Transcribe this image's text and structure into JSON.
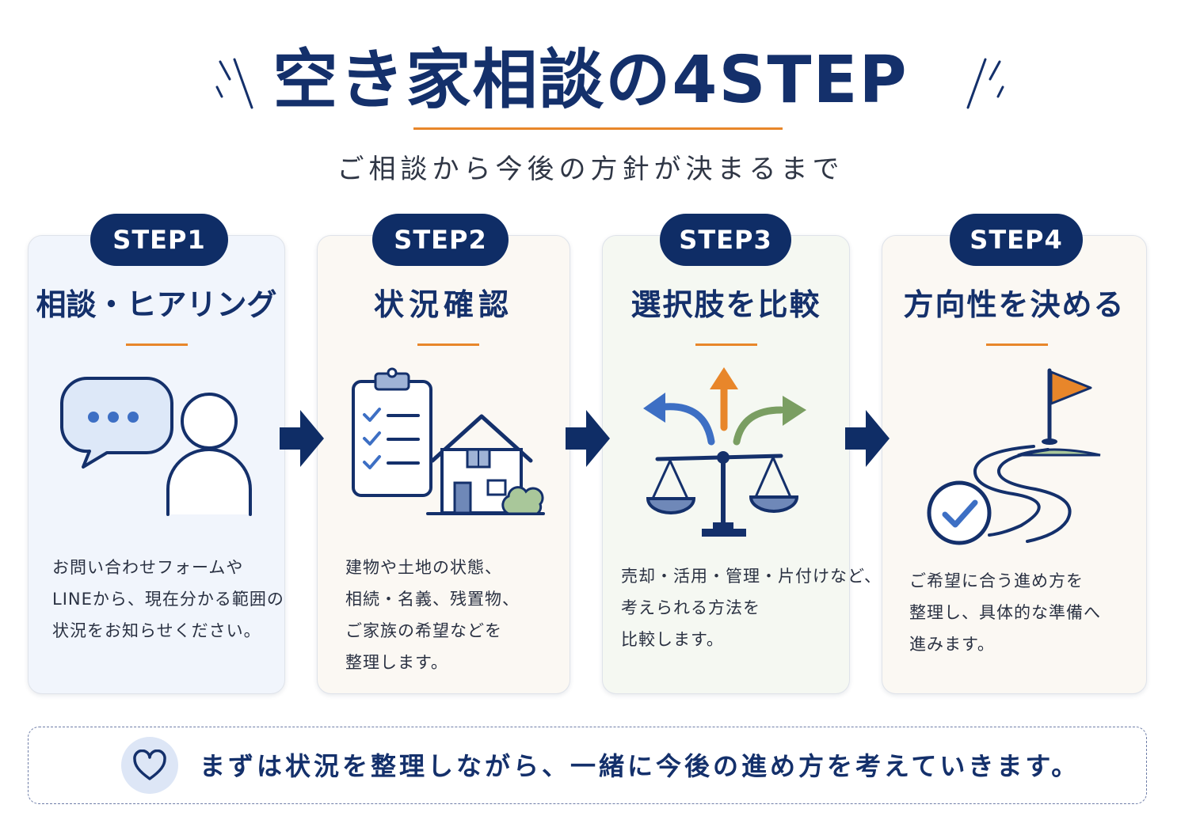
{
  "header": {
    "title": "空き家相談の4STEP",
    "subtitle": "ご相談から今後の方針が決まるまで"
  },
  "steps": [
    {
      "badge": "STEP1",
      "title": "相談・ヒアリング",
      "icon": "chat-bubble-person-icon",
      "description": [
        "お問い合わせフォームや",
        "LINEから、現在分かる範囲の",
        "状況をお知らせください。"
      ]
    },
    {
      "badge": "STEP2",
      "title": "状況確認",
      "icon": "checklist-house-icon",
      "description": [
        "建物や土地の状態、",
        "相続・名義、残置物、",
        "ご家族の希望などを",
        "整理します。"
      ]
    },
    {
      "badge": "STEP3",
      "title": "選択肢を比較",
      "icon": "scale-arrows-icon",
      "description": [
        "売却・活用・管理・片付けなど、",
        "考えられる方法を",
        "比較します。"
      ]
    },
    {
      "badge": "STEP4",
      "title": "方向性を決める",
      "icon": "road-flag-check-icon",
      "description": [
        "ご希望に合う進め方を",
        "整理し、具体的な準備へ",
        "進みます。"
      ]
    }
  ],
  "footer": {
    "icon": "heart-icon",
    "message": "まずは状況を整理しながら、一緒に今後の進め方を考えていきます。"
  },
  "colors": {
    "navy": "#0f2d66",
    "orange": "#e8862a",
    "blue": "#3d6fc4",
    "green": "#7a9e62"
  }
}
